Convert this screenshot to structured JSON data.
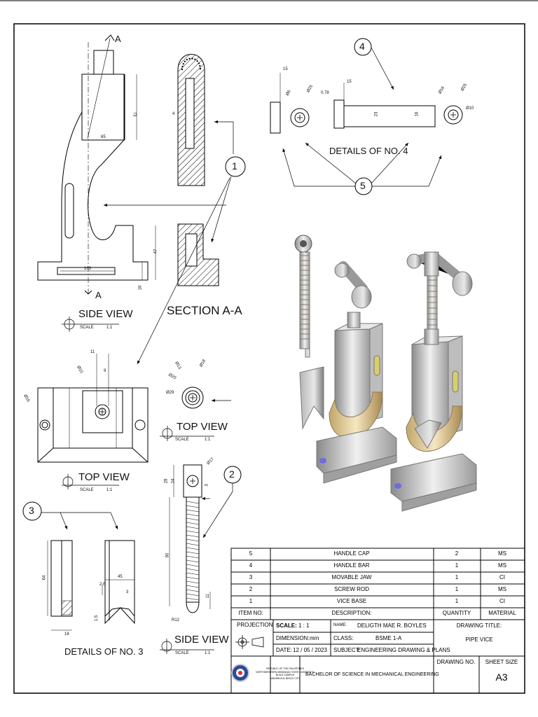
{
  "sheet": {
    "labels": {
      "side_view": "SIDE VIEW",
      "section": "SECTION A-A",
      "top_view": "TOP VIEW",
      "details_4": "DETAILS OF NO. 4",
      "details_3": "DETAILS OF NO. 3",
      "scale_word": "SCALE",
      "scale_value": "1:1",
      "section_mark": "A"
    },
    "balloons": [
      "1",
      "2",
      "3",
      "4",
      "5"
    ],
    "dims": {
      "d73": "73",
      "d65": "65",
      "d103": "103",
      "d47": "47",
      "d16": "16",
      "d4": "4",
      "d15a": "15",
      "d15b": "15",
      "d078": "0.78",
      "d23": "23",
      "d16b": "16",
      "dia6": "Ø6",
      "dia25": "Ø25",
      "dia16": "Ø16",
      "dia25b": "Ø25",
      "dia10": "Ø10",
      "d11": "11",
      "d9": "9",
      "dia10b": "Ø10",
      "dia16b": "Ø16",
      "dia13": "Ø13",
      "dia18": "Ø18",
      "dia20": "Ø20",
      "dia29": "Ø29",
      "dia17": "Ø17",
      "d28": "28",
      "d24": "24",
      "d3": "3",
      "d90": "90",
      "d11b": "11",
      "r12": "R12",
      "d64": "64",
      "d45": "45",
      "d26": "2.6",
      "d3b": "3",
      "d15c": "1.5",
      "d18": "18"
    }
  },
  "title_block": {
    "parts": [
      {
        "item": "5",
        "description": "HANDLE CAP",
        "quantity": "2",
        "material": "MS"
      },
      {
        "item": "4",
        "description": "HANDLE BAR",
        "quantity": "1",
        "material": "MS"
      },
      {
        "item": "3",
        "description": "MOVABLE JAW",
        "quantity": "1",
        "material": "CI"
      },
      {
        "item": "2",
        "description": "SCREW ROD",
        "quantity": "1",
        "material": "MS"
      },
      {
        "item": "1",
        "description": "VICE BASE",
        "quantity": "1",
        "material": "CI"
      }
    ],
    "headers": {
      "item": "ITEM NO:",
      "description": "DESCRIPTION:",
      "quantity": "QUANTITY",
      "material": "MATERIAL"
    },
    "projection": "PROJECTION",
    "scale_label": "SCALE:",
    "scale_value": "1 : 1",
    "dimension_label": "DIMENSION:",
    "dimension_value": "mm",
    "date_label": "DATE:",
    "date_value": "12 / 05 / 2023",
    "name_label": "NAME:",
    "name_value": "DELIGTH MAE R. BOYLES",
    "class_label": "CLASS:",
    "class_value": "BSME 1-A",
    "subject_label": "SUBJECT:",
    "subject_value": "ENGINEERING DRAWING & PLANS",
    "drawing_title_label": "DRAWING TITLE:",
    "drawing_title_value": "PIPE VICE",
    "program": "BACHELOR OF SCIENCE IN MECHANICAL ENGINEERING",
    "drawing_no_label": "DRAWING NO.",
    "sheet_size_label": "SHEET SIZE",
    "sheet_size_value": "A3",
    "school_lines": [
      "REPUBLIC OF THE PHILIPPINES",
      "NORTHWESTERN MINDANAO STATE UNIVERSITY",
      "BUILD CAMPUS",
      "MAHARLIKA, BISLIG CITY"
    ]
  }
}
